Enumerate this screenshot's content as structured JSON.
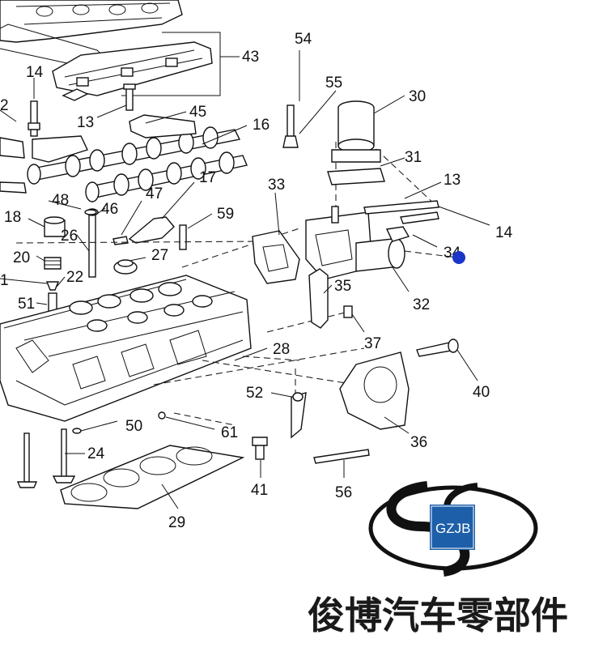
{
  "callouts": [
    {
      "id": "43",
      "text": "43"
    },
    {
      "id": "54",
      "text": "54"
    },
    {
      "id": "55",
      "text": "55"
    },
    {
      "id": "14a",
      "text": "14"
    },
    {
      "id": "2",
      "text": "2"
    },
    {
      "id": "30",
      "text": "30"
    },
    {
      "id": "13a",
      "text": "13"
    },
    {
      "id": "45",
      "text": "45"
    },
    {
      "id": "16",
      "text": "16"
    },
    {
      "id": "31",
      "text": "31"
    },
    {
      "id": "17",
      "text": "17"
    },
    {
      "id": "33",
      "text": "33"
    },
    {
      "id": "13b",
      "text": "13"
    },
    {
      "id": "47",
      "text": "47"
    },
    {
      "id": "48",
      "text": "48"
    },
    {
      "id": "46",
      "text": "46"
    },
    {
      "id": "59",
      "text": "59"
    },
    {
      "id": "14b",
      "text": "14"
    },
    {
      "id": "18",
      "text": "18"
    },
    {
      "id": "26",
      "text": "26"
    },
    {
      "id": "34",
      "text": "34"
    },
    {
      "id": "27",
      "text": "27"
    },
    {
      "id": "20",
      "text": "20"
    },
    {
      "id": "22",
      "text": "22"
    },
    {
      "id": "1",
      "text": "1"
    },
    {
      "id": "35",
      "text": "35"
    },
    {
      "id": "32",
      "text": "32"
    },
    {
      "id": "51",
      "text": "51"
    },
    {
      "id": "37",
      "text": "37"
    },
    {
      "id": "28",
      "text": "28"
    },
    {
      "id": "40",
      "text": "40"
    },
    {
      "id": "52",
      "text": "52"
    },
    {
      "id": "50",
      "text": "50"
    },
    {
      "id": "61",
      "text": "61"
    },
    {
      "id": "36",
      "text": "36"
    },
    {
      "id": "24",
      "text": "24"
    },
    {
      "id": "41",
      "text": "41"
    },
    {
      "id": "56",
      "text": "56"
    },
    {
      "id": "29",
      "text": "29"
    }
  ],
  "logo": {
    "text": "GZJB",
    "color": "#1d5fa8"
  },
  "brand": {
    "text": "俊博汽车零部件"
  },
  "marker": {
    "color": "#1a35c8"
  }
}
